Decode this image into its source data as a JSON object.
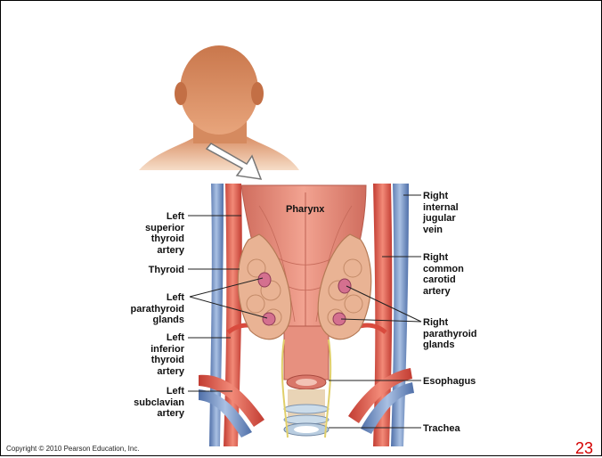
{
  "labels": {
    "pharynx": "Pharynx",
    "left_superior_thyroid_artery": "Left\nsuperior\nthyroid\nartery",
    "thyroid": "Thyroid",
    "left_parathyroid_glands": "Left\nparathyroid\nglands",
    "left_inferior_thyroid_artery": "Left\ninferior\nthyroid\nartery",
    "left_subclavian_artery": "Left\nsubclavian\nartery",
    "right_internal_jugular_vein": "Right\ninternal\njugular\nvein",
    "right_common_carotid_artery": "Right\ncommon\ncarotid\nartery",
    "right_parathyroid_glands": "Right\nparathyroid\nglands",
    "esophagus": "Esophagus",
    "trachea": "Trachea"
  },
  "footer": {
    "copyright": "Copyright © 2010 Pearson Education, Inc.",
    "page_number": "23"
  },
  "colors": {
    "artery": "#e0574a",
    "vein": "#6f8fc4",
    "muscle": "#e58a78",
    "thyroid": "#e9b394",
    "skin": "#d9895c",
    "page_number": "#d40000"
  }
}
